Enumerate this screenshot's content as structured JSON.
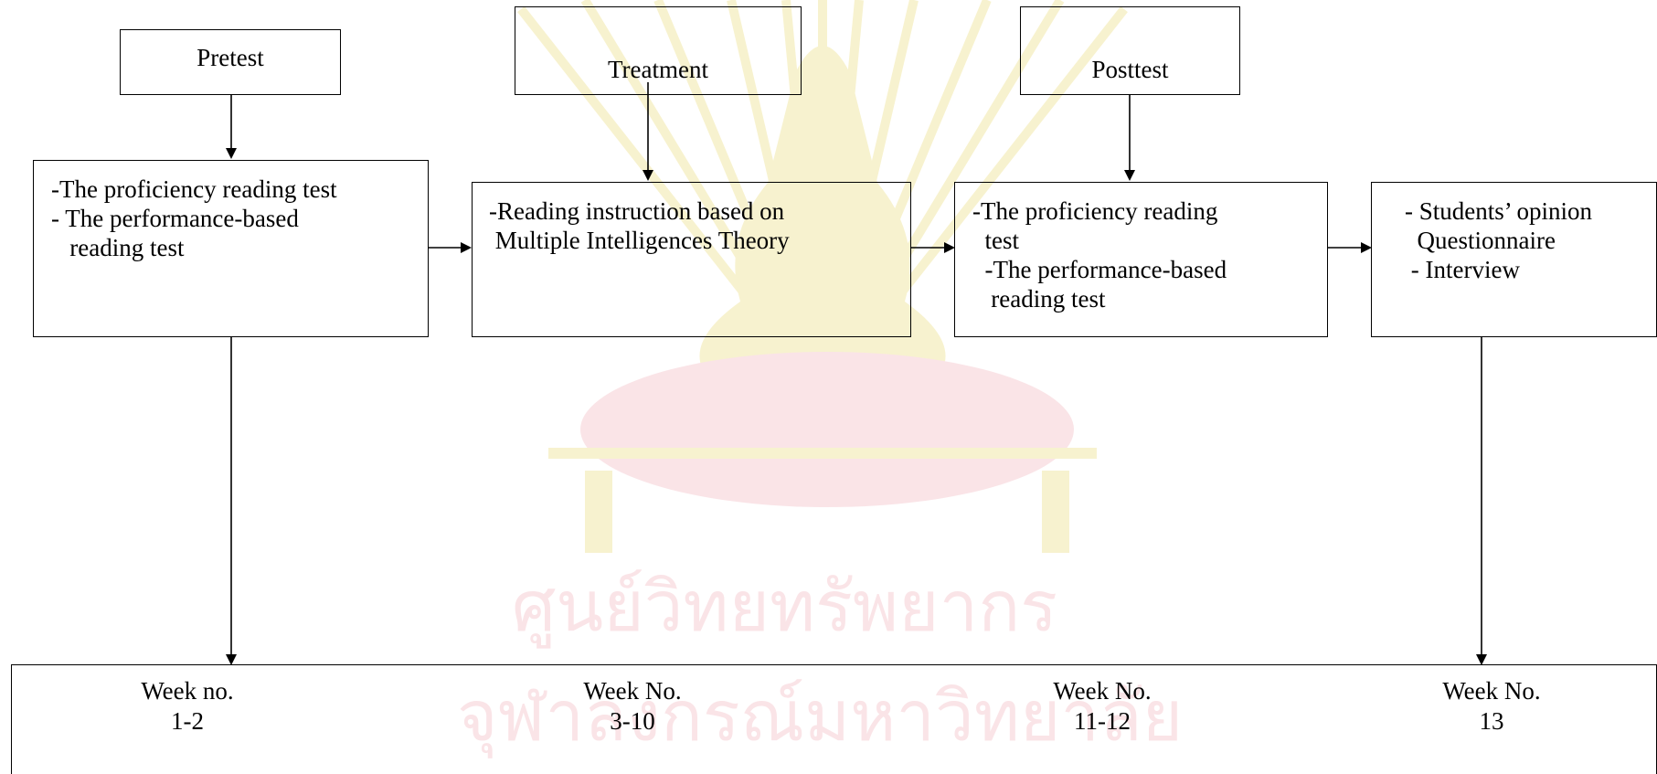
{
  "headers": {
    "pretest": "Pretest",
    "treatment": "Treatment",
    "posttest": "Posttest"
  },
  "boxes": {
    "pretest_content": [
      "-The proficiency reading test",
      "- The performance-based",
      "   reading test"
    ],
    "treatment_content": [
      "-Reading instruction based on",
      " Multiple Intelligences Theory"
    ],
    "posttest_content": [
      "-The proficiency reading",
      "  test",
      "  -The performance-based",
      "   reading test"
    ],
    "followup_content": [
      "- Students’ opinion",
      "  Questionnaire",
      " - Interview"
    ]
  },
  "timeline": [
    {
      "label": "Week no.",
      "range": "1-2"
    },
    {
      "label": "Week No.",
      "range": "3-10"
    },
    {
      "label": "Week No.",
      "range": "11-12"
    },
    {
      "label": "Week No.",
      "range": "13"
    }
  ],
  "colors": {
    "line": "#000000",
    "watermark_gold": "#f2e8a8",
    "watermark_pink": "#f6cfd4"
  }
}
